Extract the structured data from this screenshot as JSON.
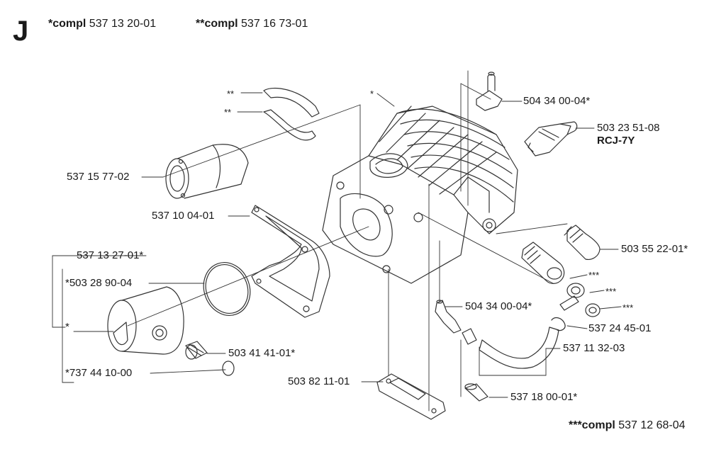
{
  "section": "J",
  "header": {
    "kit1": {
      "prefix": "*compl",
      "number": "537 13 20-01"
    },
    "kit2": {
      "prefix": "**compl",
      "number": "537 16 73-01"
    }
  },
  "footer": {
    "prefix": "***compl",
    "number": "537 12 68-04"
  },
  "labels": {
    "nipple_top": "504 34 00-04*",
    "spark_plug": "503 23 51-08",
    "spark_plug_type": "RCJ-7Y",
    "intake": "537 15 77-02",
    "gasket": "537 10 04-01",
    "decomp_valve": "503 55 22-01*",
    "piston_kit": "537 13 27-01*",
    "ring": "*503 28 90-04",
    "piston_star": "*",
    "bearing": "503 41 41-01*",
    "pin_clip": "*737 44 10-00",
    "nipple_bottom": "504 34 00-04*",
    "clamp": "537 24 45-01",
    "hose": "537 11 32-03",
    "base_gasket": "503 82 11-01",
    "plug": "537 18 00-01*",
    "clamp_a_marker": "**",
    "clamp_b_marker": "**",
    "cylinder_marker": "*",
    "valve_marker1": "***",
    "valve_marker2": "***",
    "valve_marker3": "***"
  },
  "colors": {
    "line": "#333333",
    "text": "#1a1a1a"
  }
}
